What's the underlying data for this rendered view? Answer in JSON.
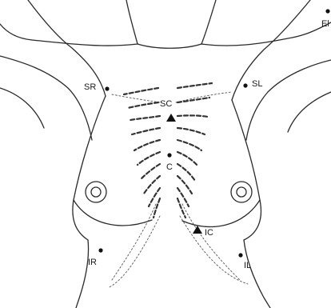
{
  "markers": [
    {
      "label": "SR",
      "kind": "dot"
    },
    {
      "label": "SL",
      "kind": "dot"
    },
    {
      "label": "SC",
      "kind": "triangle"
    },
    {
      "label": "C",
      "kind": "dot"
    },
    {
      "label": "IC",
      "kind": "triangle"
    },
    {
      "label": "IR",
      "kind": "dot"
    },
    {
      "label": "IL",
      "kind": "dot"
    },
    {
      "label": "El",
      "kind": "dot"
    }
  ]
}
